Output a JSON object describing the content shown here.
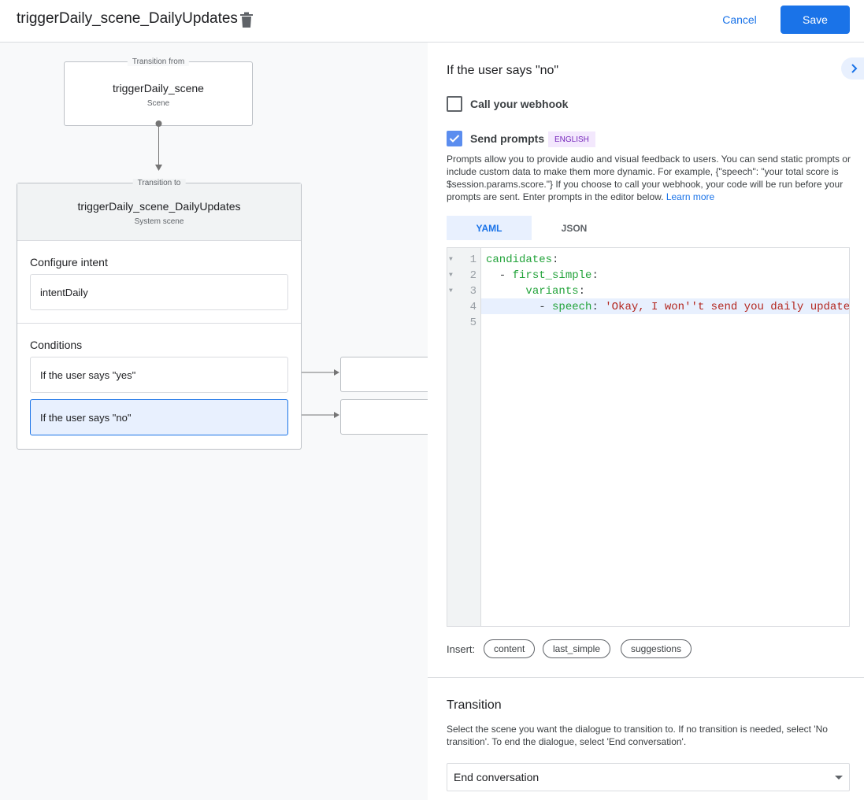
{
  "header": {
    "title": "triggerDaily_scene_DailyUpdates",
    "cancel_label": "Cancel",
    "save_label": "Save"
  },
  "canvas": {
    "from": {
      "legend": "Transition from",
      "name": "triggerDaily_scene",
      "type": "Scene"
    },
    "to": {
      "legend": "Transition to",
      "name": "triggerDaily_scene_DailyUpdates",
      "type": "System scene"
    },
    "configure_intent_label": "Configure intent",
    "intent": "intentDaily",
    "conditions_label": "Conditions",
    "conditions": [
      {
        "label": "If the user says \"yes\"",
        "selected": false
      },
      {
        "label": "If the user says \"no\"",
        "selected": true
      }
    ]
  },
  "panel": {
    "title": "If the user says \"no\"",
    "webhook": {
      "label": "Call your webhook",
      "checked": false
    },
    "prompts": {
      "label": "Send prompts",
      "checked": true,
      "badge": "ENGLISH",
      "description": "Prompts allow you to provide audio and visual feedback to users. You can send static prompts or include custom data to make them more dynamic. For example, {\"speech\": \"your total score is $session.params.score.\"} If you choose to call your webhook, your code will be run before your prompts are sent. Enter prompts in the editor below.",
      "learn_more": "Learn more"
    },
    "tabs": [
      {
        "label": "YAML",
        "active": true
      },
      {
        "label": "JSON",
        "active": false
      }
    ],
    "editor": {
      "lines": [
        {
          "n": "1",
          "indent": "",
          "key": "candidates",
          "sep": ":",
          "val": ""
        },
        {
          "n": "2",
          "indent": "  - ",
          "key": "first_simple",
          "sep": ":",
          "val": ""
        },
        {
          "n": "3",
          "indent": "      ",
          "key": "variants",
          "sep": ":",
          "val": ""
        },
        {
          "n": "4",
          "indent": "        - ",
          "key": "speech",
          "sep": ": ",
          "val": "'Okay, I won''t send you daily update"
        },
        {
          "n": "5",
          "indent": "",
          "key": "",
          "sep": "",
          "val": ""
        }
      ]
    },
    "insert_label": "Insert:",
    "insert_chips": [
      "content",
      "last_simple",
      "suggestions"
    ],
    "transition": {
      "heading": "Transition",
      "description": "Select the scene you want the dialogue to transition to. If no transition is needed, select 'No transition'. To end the dialogue, select 'End conversation'.",
      "selected": "End conversation"
    }
  },
  "colors": {
    "accent": "#1a73e8",
    "selected_bg": "#e8f0fe",
    "yaml_key": "#22a33a",
    "yaml_string": "#b3261e"
  }
}
